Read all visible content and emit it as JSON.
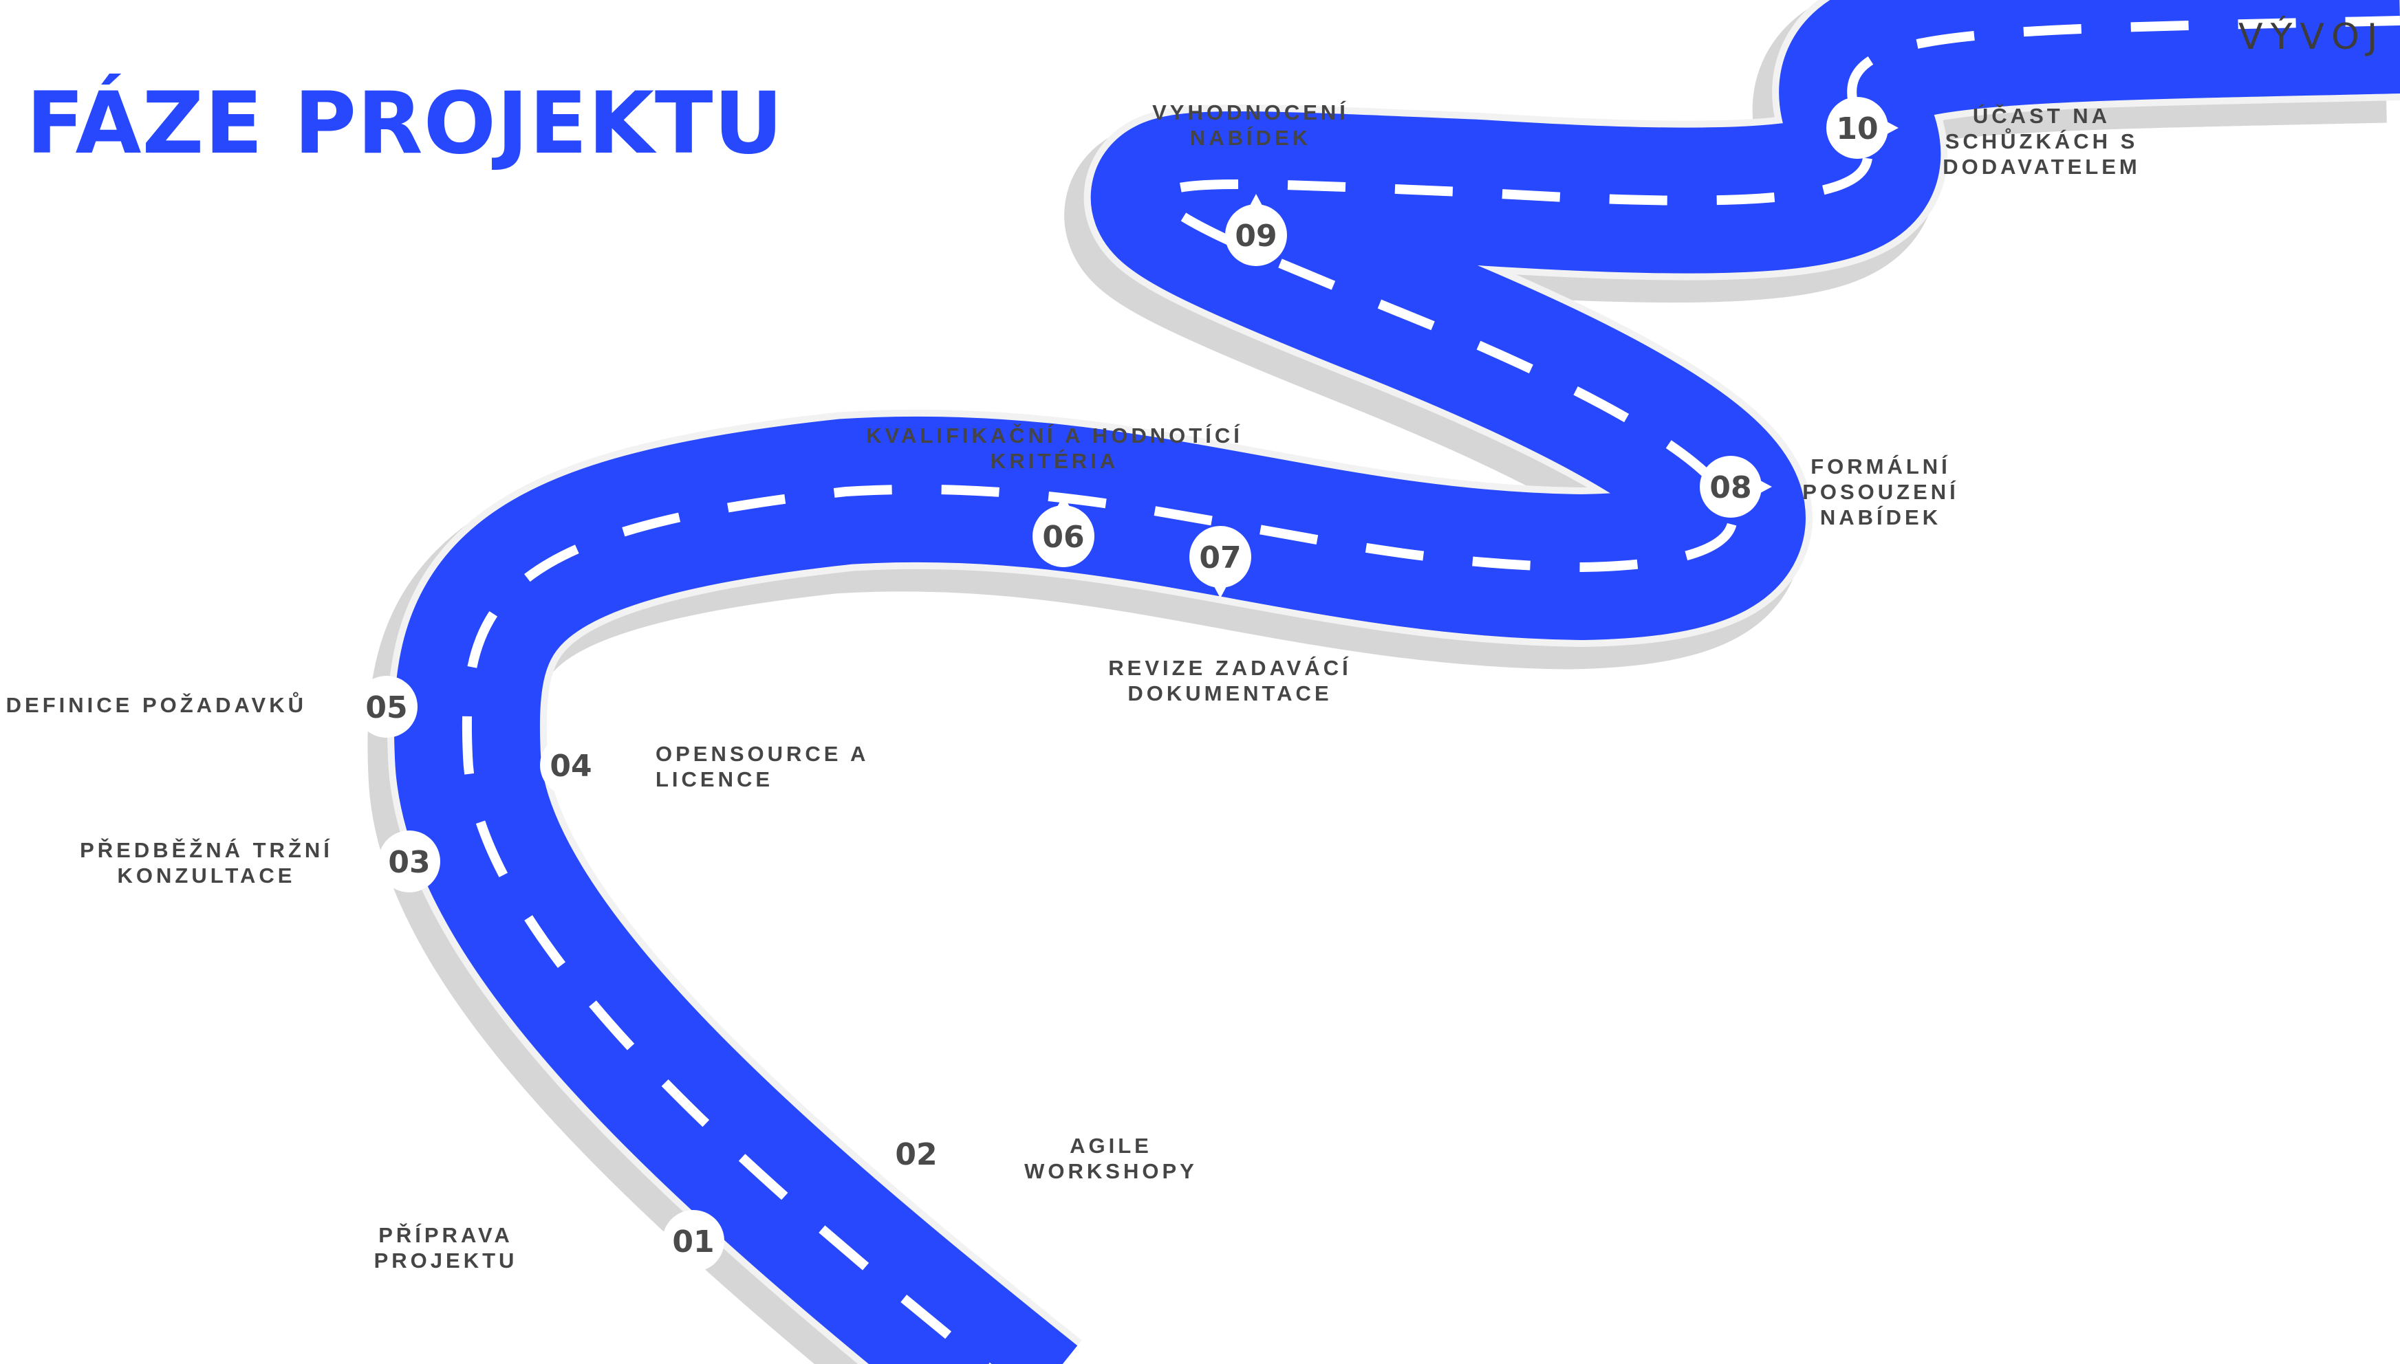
{
  "title": "FÁZE PROJEKTU",
  "end_label": "VÝVOJ",
  "colors": {
    "road": "#2748fc",
    "title": "#2748fc",
    "road_edge": "#d9d9d9",
    "marker": "#ffffff",
    "text": "#454545"
  },
  "milestones": [
    {
      "num": "01",
      "label": "PŘÍPRAVA\nPROJEKTU"
    },
    {
      "num": "02",
      "label": "AGILE\nWORKSHOPY"
    },
    {
      "num": "03",
      "label": "PŘEDBĚŽNÁ TRŽNÍ\nKONZULTACE"
    },
    {
      "num": "04",
      "label": "OPENSOURCE A\nLICENCE"
    },
    {
      "num": "05",
      "label": "DEFINICE POŽADAVKŮ"
    },
    {
      "num": "06",
      "label": "KVALIFIKAČNÍ A HODNOTÍCÍ\nKRITÉRIA"
    },
    {
      "num": "07",
      "label": "REVIZE ZADAVÁCÍ\nDOKUMENTACE"
    },
    {
      "num": "08",
      "label": "FORMÁLNÍ\nPOSOUZENÍ\nNABÍDEK"
    },
    {
      "num": "09",
      "label": "VYHODNOCENÍ\nNABÍDEK"
    },
    {
      "num": "10",
      "label": "ÚČAST NA\nSCHŮZKÁCH S\nDODAVATELEM"
    }
  ]
}
